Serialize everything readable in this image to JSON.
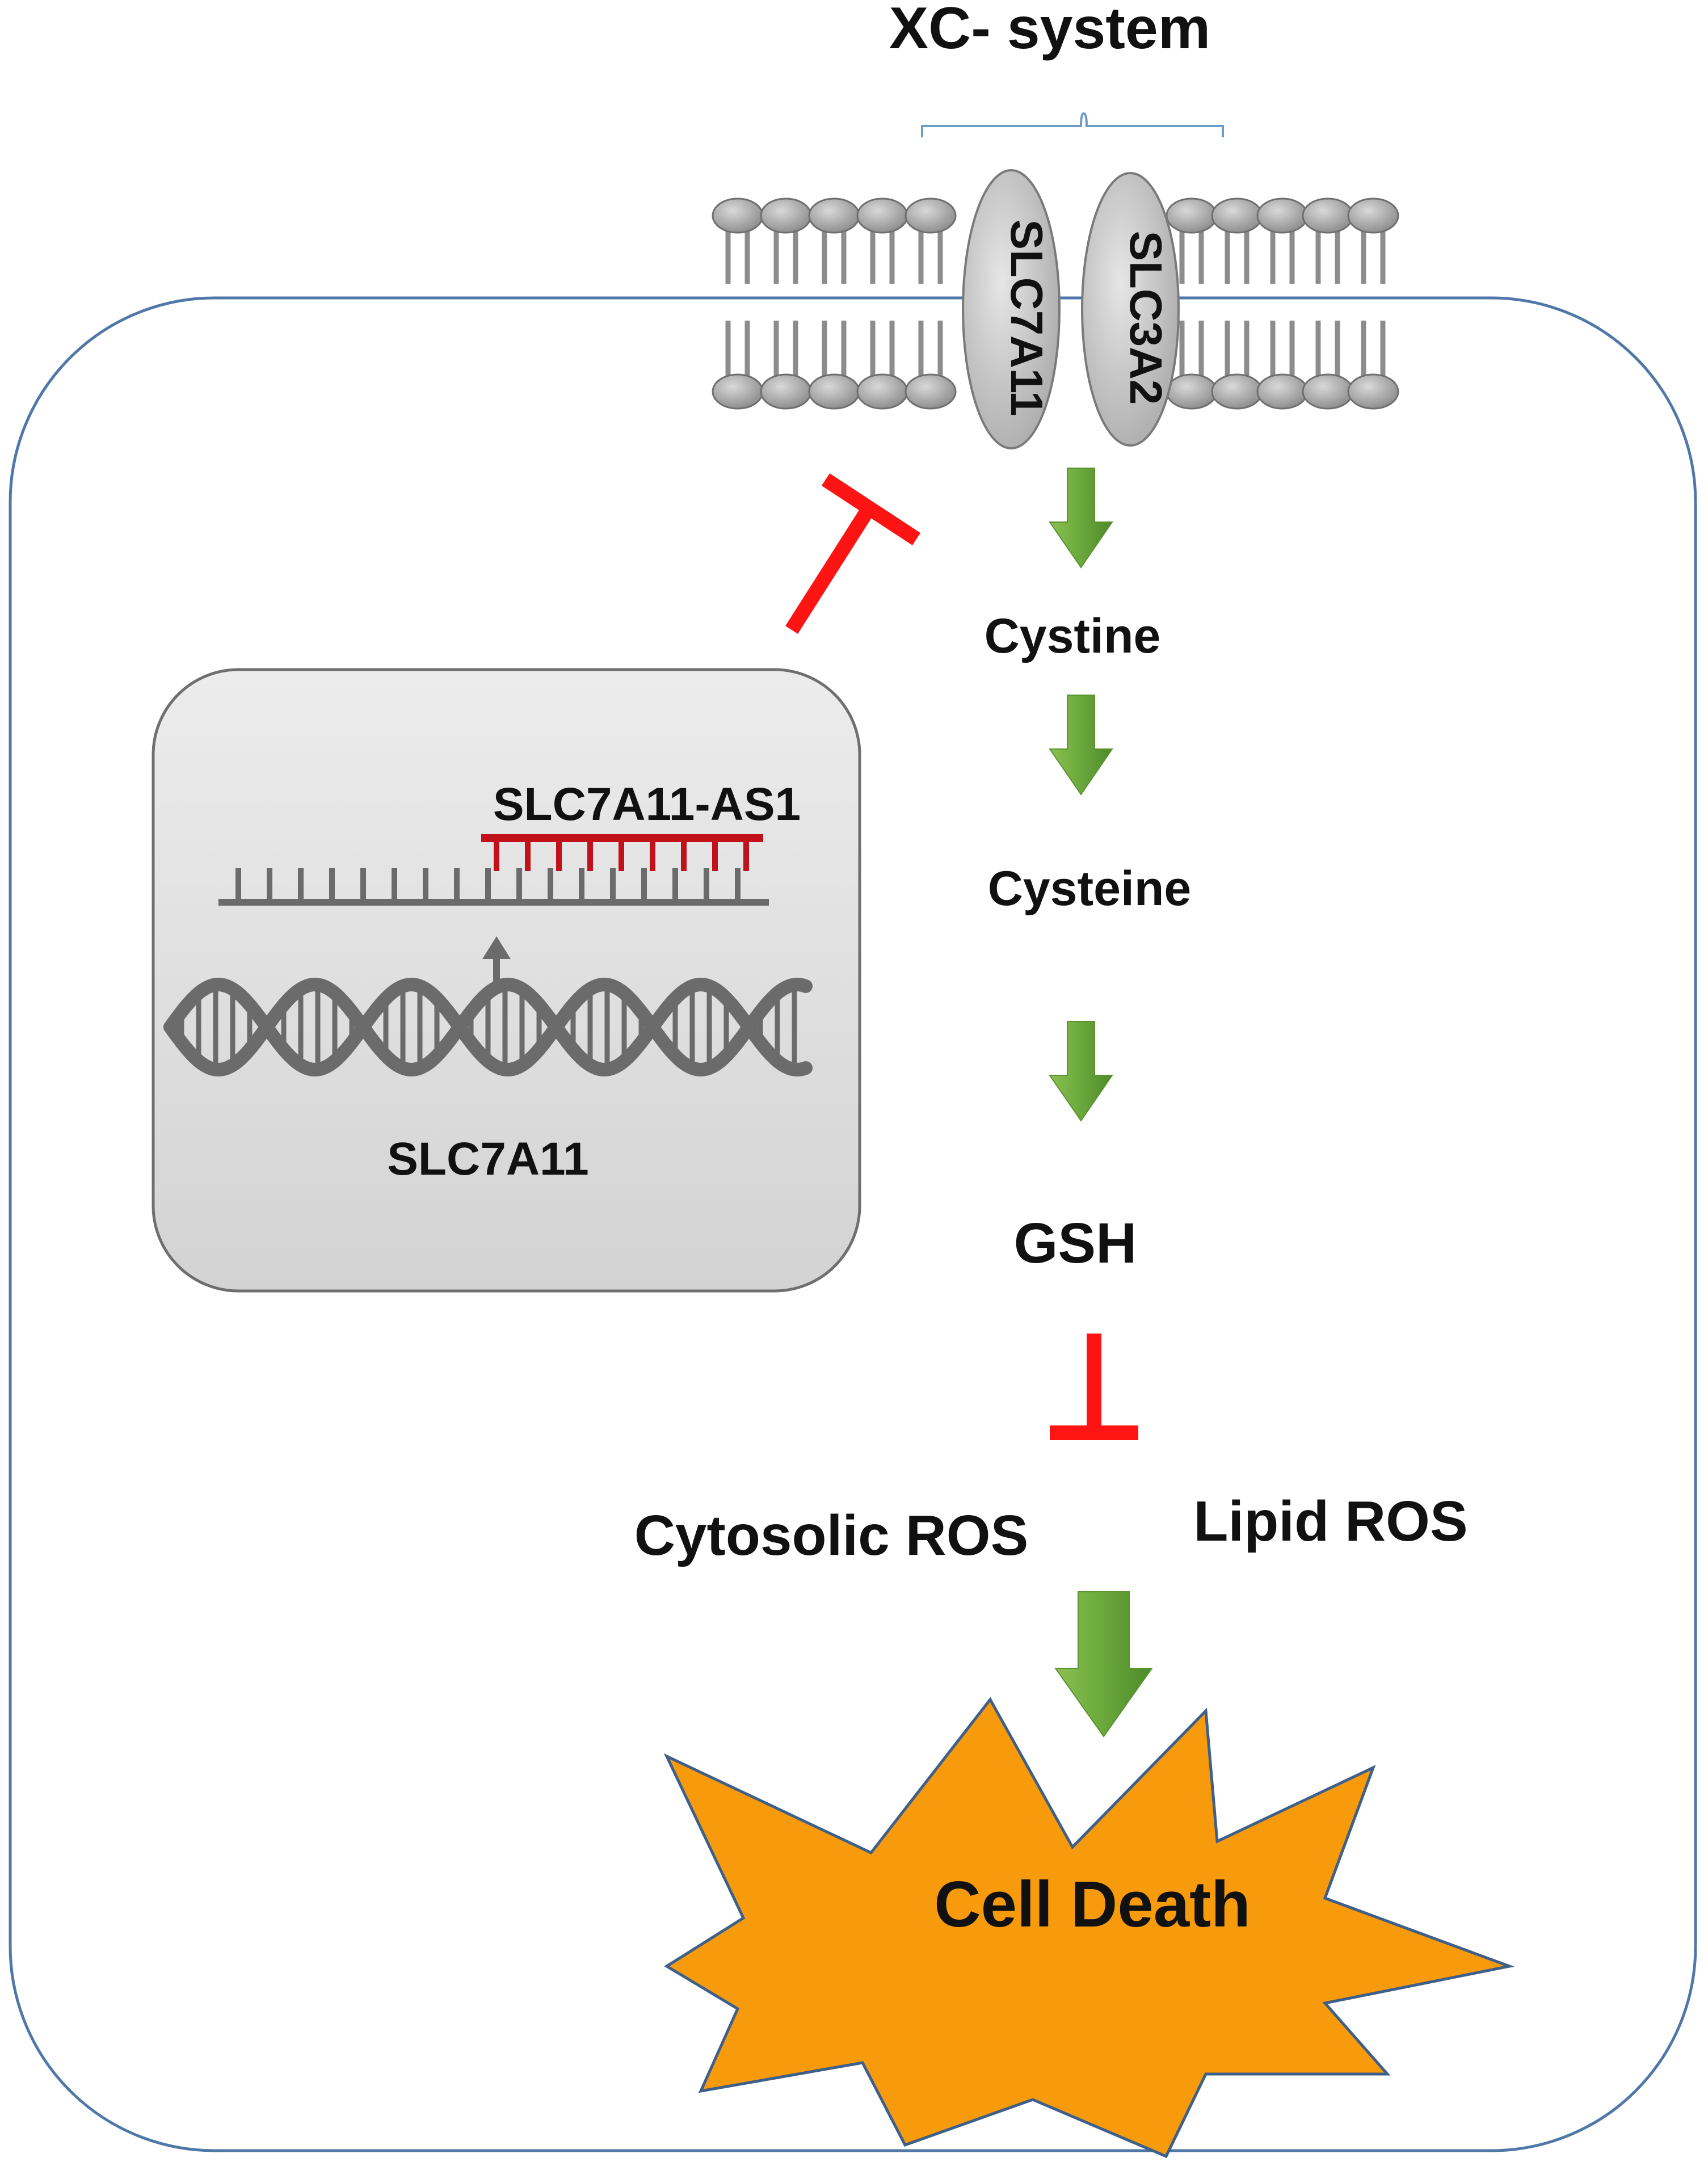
{
  "title": "XC- system",
  "transporters": {
    "left": "SLC7A11",
    "right": "SLC3A2"
  },
  "nucleus": {
    "antisense_label": "SLC7A11-AS1",
    "gene_label": "SLC7A11"
  },
  "pathway": {
    "step1": "Cystine",
    "step2": "Cysteine",
    "step3": "GSH",
    "ros_left": "Cytosolic ROS",
    "ros_right": "Lipid ROS",
    "outcome": "Cell Death"
  },
  "colors": {
    "cell_outline": "#4f77a8",
    "cell_fill": "#ffffff",
    "membrane": "#8c8c8c",
    "nucleus_fill": "#e3e3e3",
    "dna": "#6b6b6b",
    "antisense": "#c0121a",
    "inhibit": "#ff1414",
    "arrow_green": "#6aa83b",
    "burst_fill": "#f79a0c",
    "burst_stroke": "#3d5f8a"
  },
  "icons": {
    "inhibition": "t-bar-inhibition-icon",
    "flow": "green-down-arrow-icon",
    "dna": "double-helix-icon",
    "burst": "starburst-icon"
  }
}
